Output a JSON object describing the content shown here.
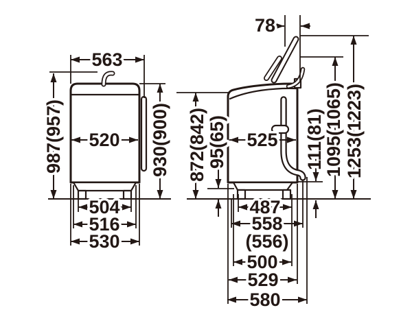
{
  "colors": {
    "blue": "#0071BC",
    "red": "#E60012",
    "green": "#009944",
    "ink": "#231815"
  },
  "front_view": {
    "top_width": "563",
    "overall_height": "987(957)",
    "inner_width": "520",
    "body_height": "930(900)",
    "feet_span": "504",
    "base_width": "516",
    "body_width": "530"
  },
  "side_view": {
    "lid_overhang": "78",
    "rear_height": "872(842)",
    "base_clearance": "95(65)",
    "inner_depth": "525",
    "outlet_clearance": "111(81)",
    "lid_open_mid_height": "1095(1065)",
    "lid_open_height": "1253(1223)",
    "feet_span": "487",
    "depth_incl_hose": "558",
    "depth_incl_hose_alt": "(556)",
    "base_depth": "500",
    "body_depth": "529",
    "overall_depth": "580"
  }
}
